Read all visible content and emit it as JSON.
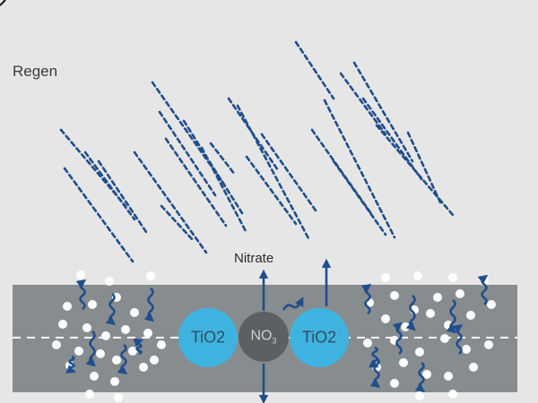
{
  "labels": {
    "regen": "Regen",
    "nitrate": "Nitrate",
    "tio2_left": "TiO2",
    "tio2_right": "TiO2",
    "no3_main": "NO",
    "no3_sub": "3"
  },
  "colors": {
    "background": "#e6e6e6",
    "layer": "#878c8f",
    "rain": "#1f4e8c",
    "tio2": "#3fb3e0",
    "no3": "#5d6063",
    "arrow": "#1f4e8c",
    "particle": "#ffffff"
  },
  "icons": {
    "rain": "rain-streaks",
    "uv": "uv-wave-arrow",
    "particle": "particle-dot"
  }
}
